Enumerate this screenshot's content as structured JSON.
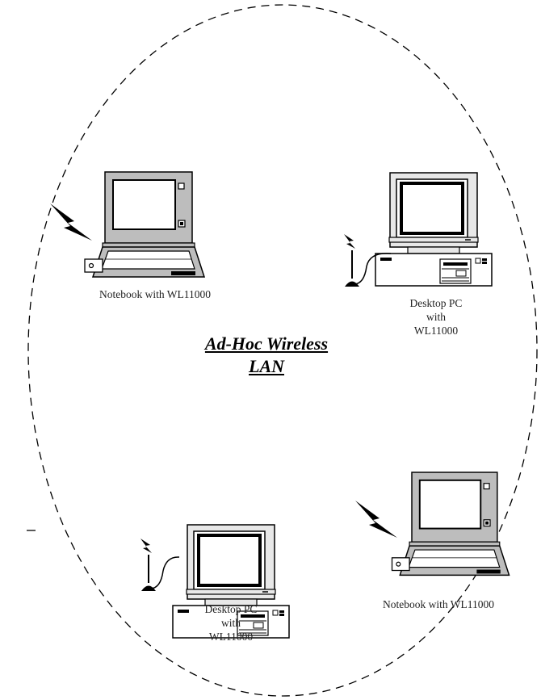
{
  "diagram": {
    "title_line1": "Ad-Hoc Wireless",
    "title_line2": "LAN",
    "nodes": [
      {
        "type": "notebook",
        "label_lines": [
          "Notebook with WL11000"
        ]
      },
      {
        "type": "desktop",
        "label_lines": [
          "Desktop  PC",
          "with",
          "WL11000"
        ]
      },
      {
        "type": "notebook",
        "label_lines": [
          "Notebook with WL11000"
        ]
      },
      {
        "type": "desktop",
        "label_lines": [
          "Desktop  PC",
          "with",
          "WL11000"
        ]
      }
    ],
    "network_boundary": "dashed-ellipse",
    "signal_icon": "lightning-bolt-icon"
  }
}
